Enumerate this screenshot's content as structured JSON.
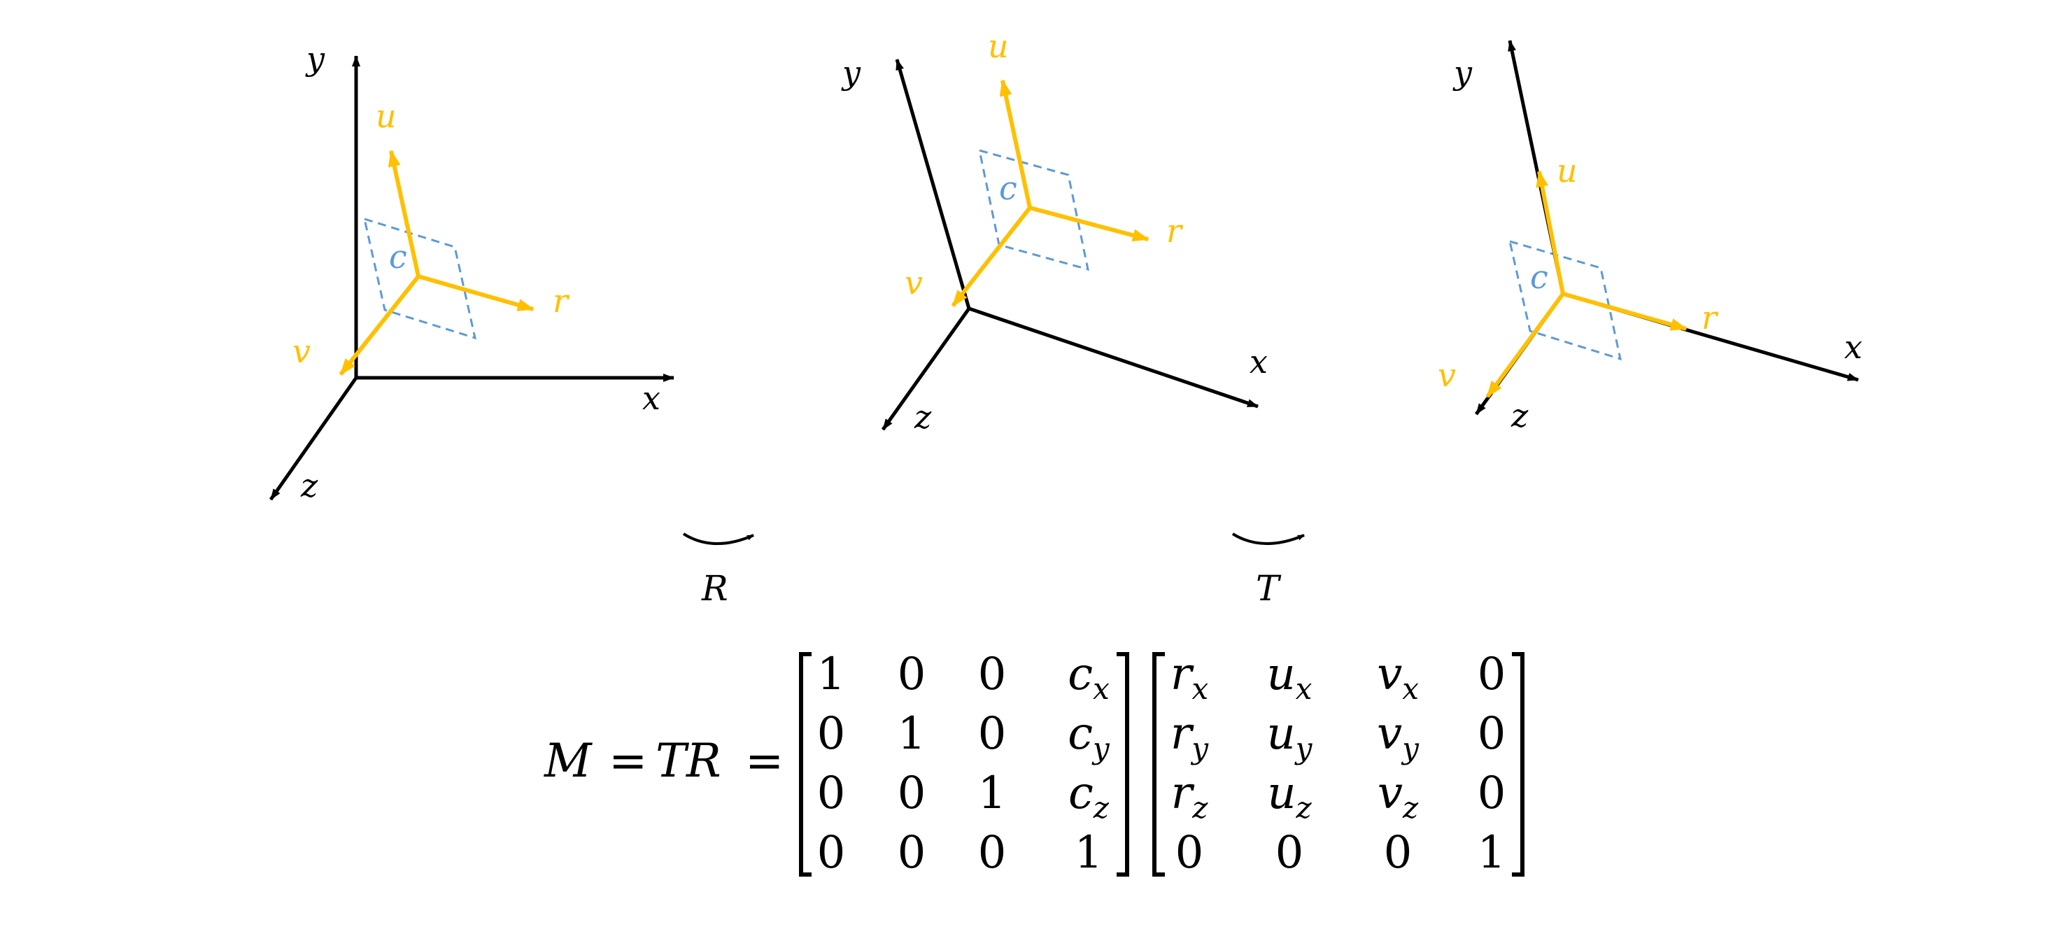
{
  "colors": {
    "axis": "#000000",
    "frame": "#FFC000",
    "plane": "#5B9BD5"
  },
  "panels": [
    {
      "axes": {
        "x": "x",
        "y": "y",
        "z": "z"
      },
      "frame": {
        "u": "u",
        "r": "r",
        "v": "v",
        "c": "c"
      }
    },
    {
      "axes": {
        "x": "x",
        "y": "y",
        "z": "z"
      },
      "frame": {
        "u": "u",
        "r": "r",
        "v": "v",
        "c": "c"
      }
    },
    {
      "axes": {
        "x": "x",
        "y": "y",
        "z": "z"
      },
      "frame": {
        "u": "u",
        "r": "r",
        "v": "v",
        "c": "c"
      }
    }
  ],
  "transforms": {
    "rotation": "R",
    "translation": "T"
  },
  "equation": {
    "lhs": "M",
    "equals": "=",
    "product": "TR",
    "matrix_T": [
      [
        {
          "b": "1"
        },
        {
          "b": "0"
        },
        {
          "b": "0"
        },
        {
          "b": "c",
          "s": "x"
        }
      ],
      [
        {
          "b": "0"
        },
        {
          "b": "1"
        },
        {
          "b": "0"
        },
        {
          "b": "c",
          "s": "y"
        }
      ],
      [
        {
          "b": "0"
        },
        {
          "b": "0"
        },
        {
          "b": "1"
        },
        {
          "b": "c",
          "s": "z"
        }
      ],
      [
        {
          "b": "0"
        },
        {
          "b": "0"
        },
        {
          "b": "0"
        },
        {
          "b": "1"
        }
      ]
    ],
    "matrix_R": [
      [
        {
          "b": "r",
          "s": "x"
        },
        {
          "b": "u",
          "s": "x"
        },
        {
          "b": "v",
          "s": "x"
        },
        {
          "b": "0"
        }
      ],
      [
        {
          "b": "r",
          "s": "y"
        },
        {
          "b": "u",
          "s": "y"
        },
        {
          "b": "v",
          "s": "y"
        },
        {
          "b": "0"
        }
      ],
      [
        {
          "b": "r",
          "s": "z"
        },
        {
          "b": "u",
          "s": "z"
        },
        {
          "b": "v",
          "s": "z"
        },
        {
          "b": "0"
        }
      ],
      [
        {
          "b": "0"
        },
        {
          "b": "0"
        },
        {
          "b": "0"
        },
        {
          "b": "1"
        }
      ]
    ]
  }
}
